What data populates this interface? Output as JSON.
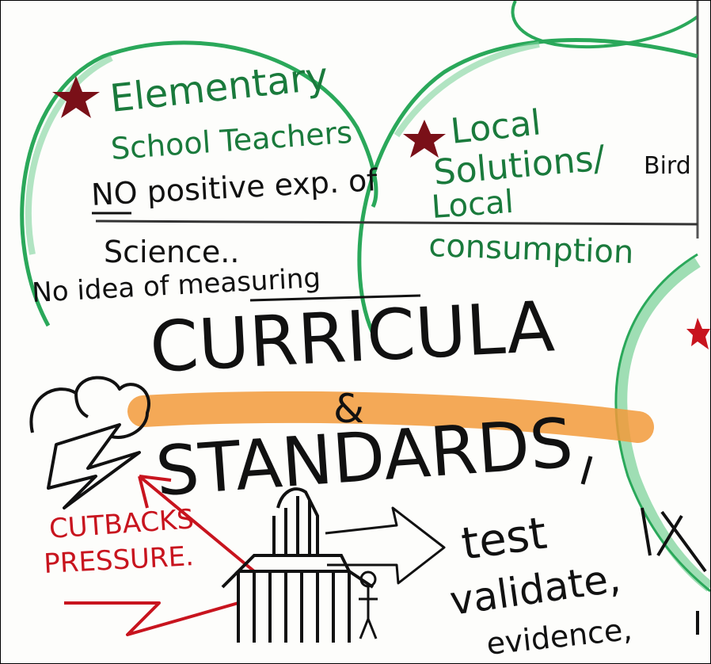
{
  "colors": {
    "green": "#1a7a3c",
    "green_circle": "#2aa85a",
    "black_ink": "#111111",
    "red_ink": "#c8141e",
    "star": "#7a1018",
    "orange_highlight": "#f29a3a"
  },
  "notes": {
    "elementary": {
      "line1": "Elementary",
      "line2": "School Teachers",
      "line3": "NO positive exp. of",
      "line4": "Science..",
      "line5": "No idea of measuring"
    },
    "local": {
      "line1": "Local",
      "line2": "Solutions/",
      "line3": "Local",
      "line4": "consumption",
      "side": "Bird"
    },
    "headline": {
      "line1": "CURRICULA",
      "amp": "&",
      "line2": "STANDARDS"
    },
    "pressure": {
      "line1": "CUTBACKS",
      "line2": "PRESSURE."
    },
    "test": {
      "line1": "test",
      "line2": "validate,",
      "line3": "evidence,"
    }
  },
  "icons": [
    "star-icon",
    "cloud-lightning-icon",
    "arrow-icon",
    "building-icon",
    "person-icon"
  ]
}
